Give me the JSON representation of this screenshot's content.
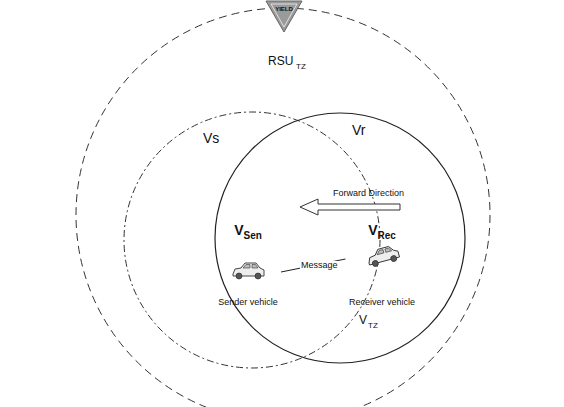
{
  "diagram": {
    "nodes": [
      {
        "text": [
          "V",
          "Sen",
          "Sender vehicle"
        ]
      },
      {
        "text": [
          "V",
          "Rec",
          "Receiver vehicle"
        ]
      }
    ],
    "edges": [
      {
        "from": 0,
        "to": 1,
        "arrow": "none",
        "label": "Message"
      }
    ],
    "labels": [
      "YIELD",
      "RSU",
      "TZ",
      "Vs",
      "Vr",
      "Forward Direction",
      "V",
      "TZ"
    ]
  }
}
